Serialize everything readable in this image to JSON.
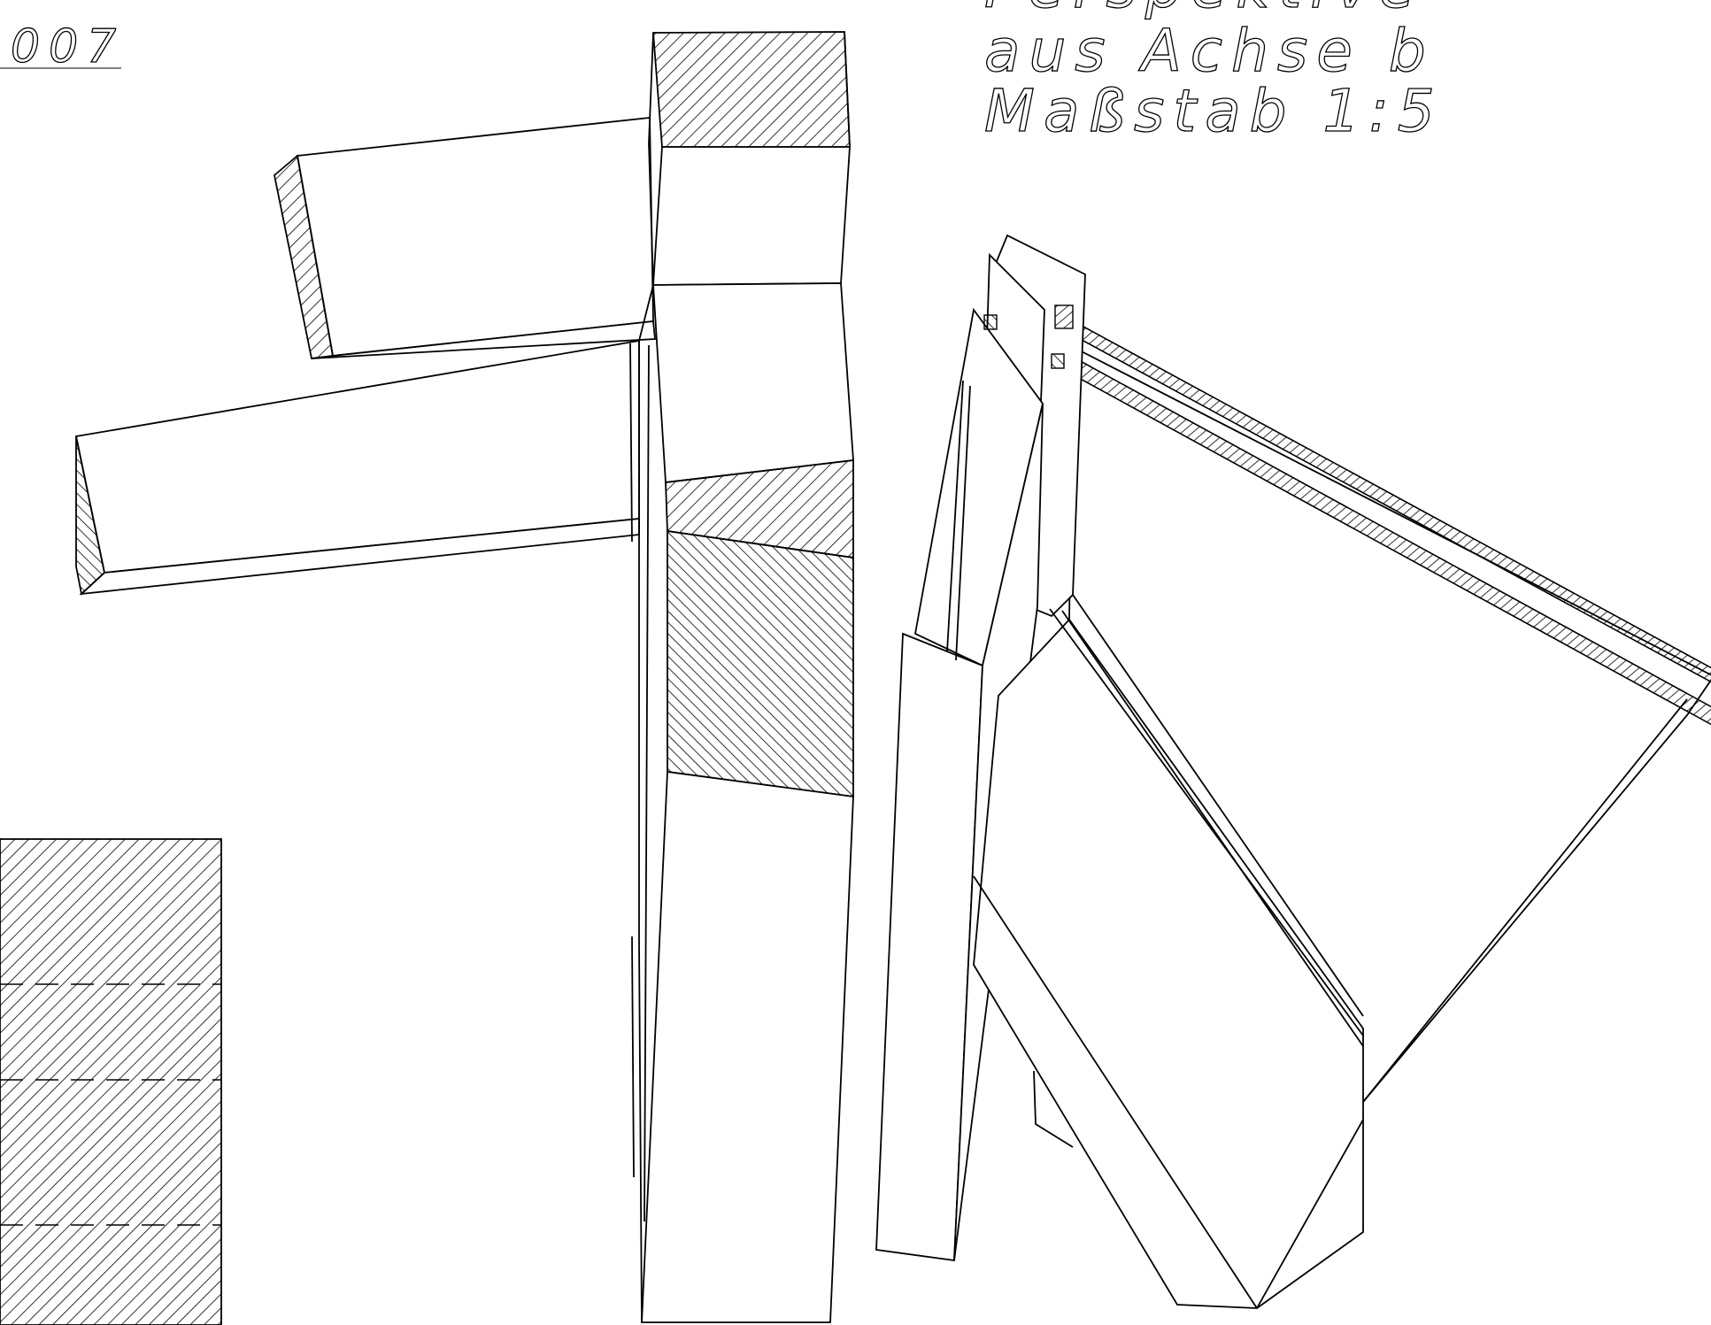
{
  "drawing": {
    "sheet_number": "007",
    "title_lines": [
      "Perspektive",
      "aus Achse b",
      "Maßstab 1:5"
    ],
    "colors": {
      "ink": "#000000",
      "paper": "#ffffff"
    }
  }
}
